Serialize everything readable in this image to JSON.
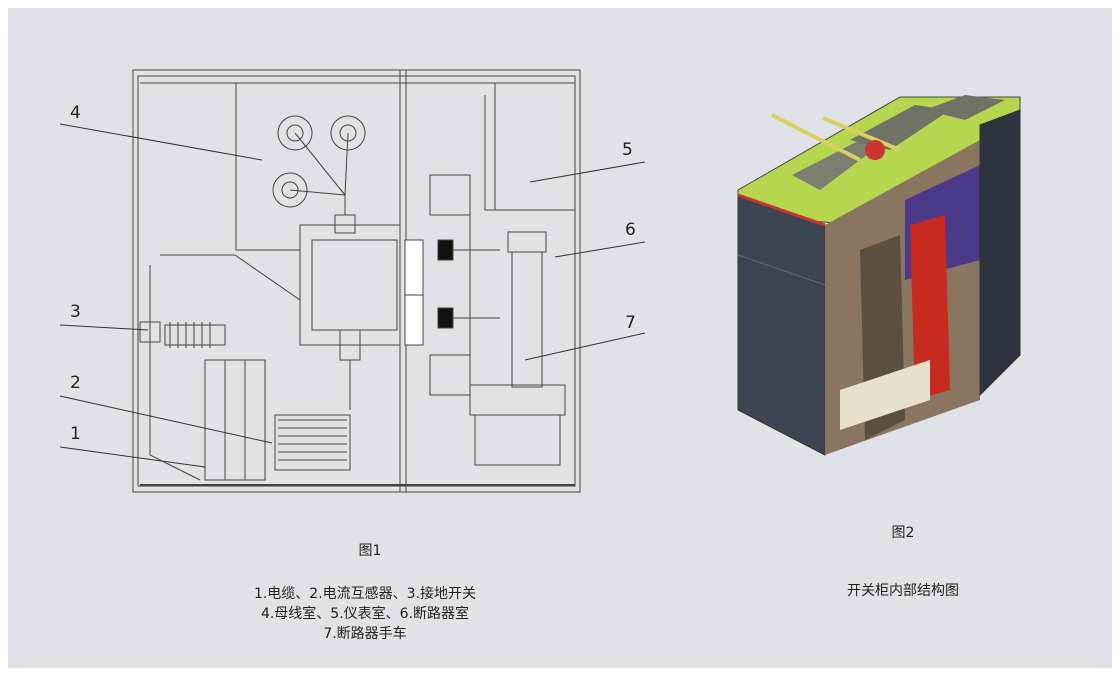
{
  "figure1": {
    "title": "图1",
    "legend_lines": [
      "1.电缆、2.电流互感器、3.接地开关",
      "4.母线室、5.仪表室、6.断路器室",
      "7.断路器手车"
    ],
    "callouts": [
      "1",
      "2",
      "3",
      "4",
      "5",
      "6",
      "7"
    ]
  },
  "figure2": {
    "title": "图2",
    "caption": "开关柜内部结构图"
  }
}
